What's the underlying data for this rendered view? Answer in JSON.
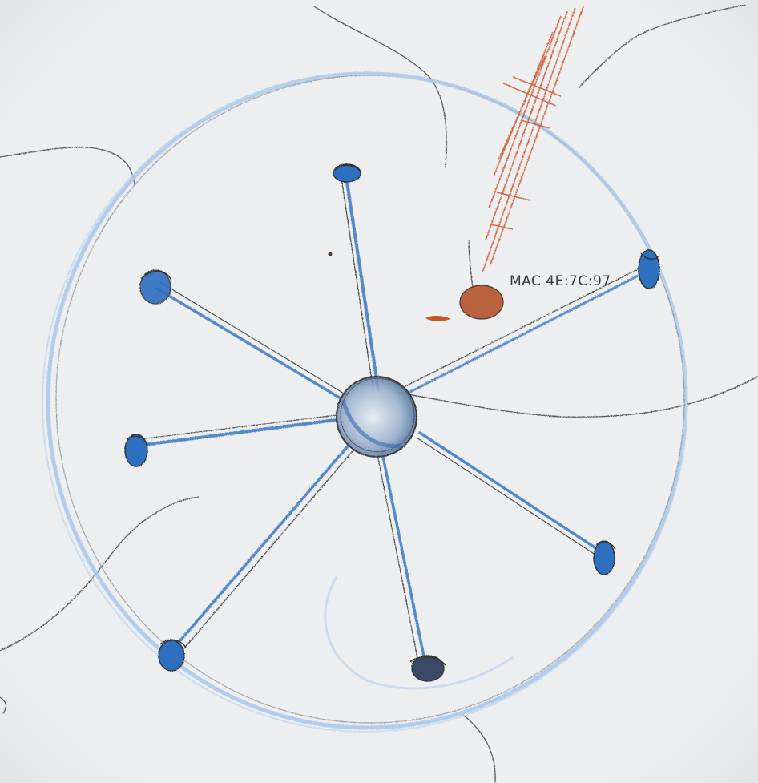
{
  "drawing": {
    "label": "MAC 4E:7C:97",
    "colors": {
      "paper": "#ecedef",
      "pencil": "#4a4a4a",
      "blue_pencil": "#2f6fc0",
      "light_blue": "#9ec3e6",
      "red_pencil": "#d0542c",
      "brown_blob": "#b2522a"
    },
    "hub_node_count": 1,
    "satellite_node_count": 7
  }
}
